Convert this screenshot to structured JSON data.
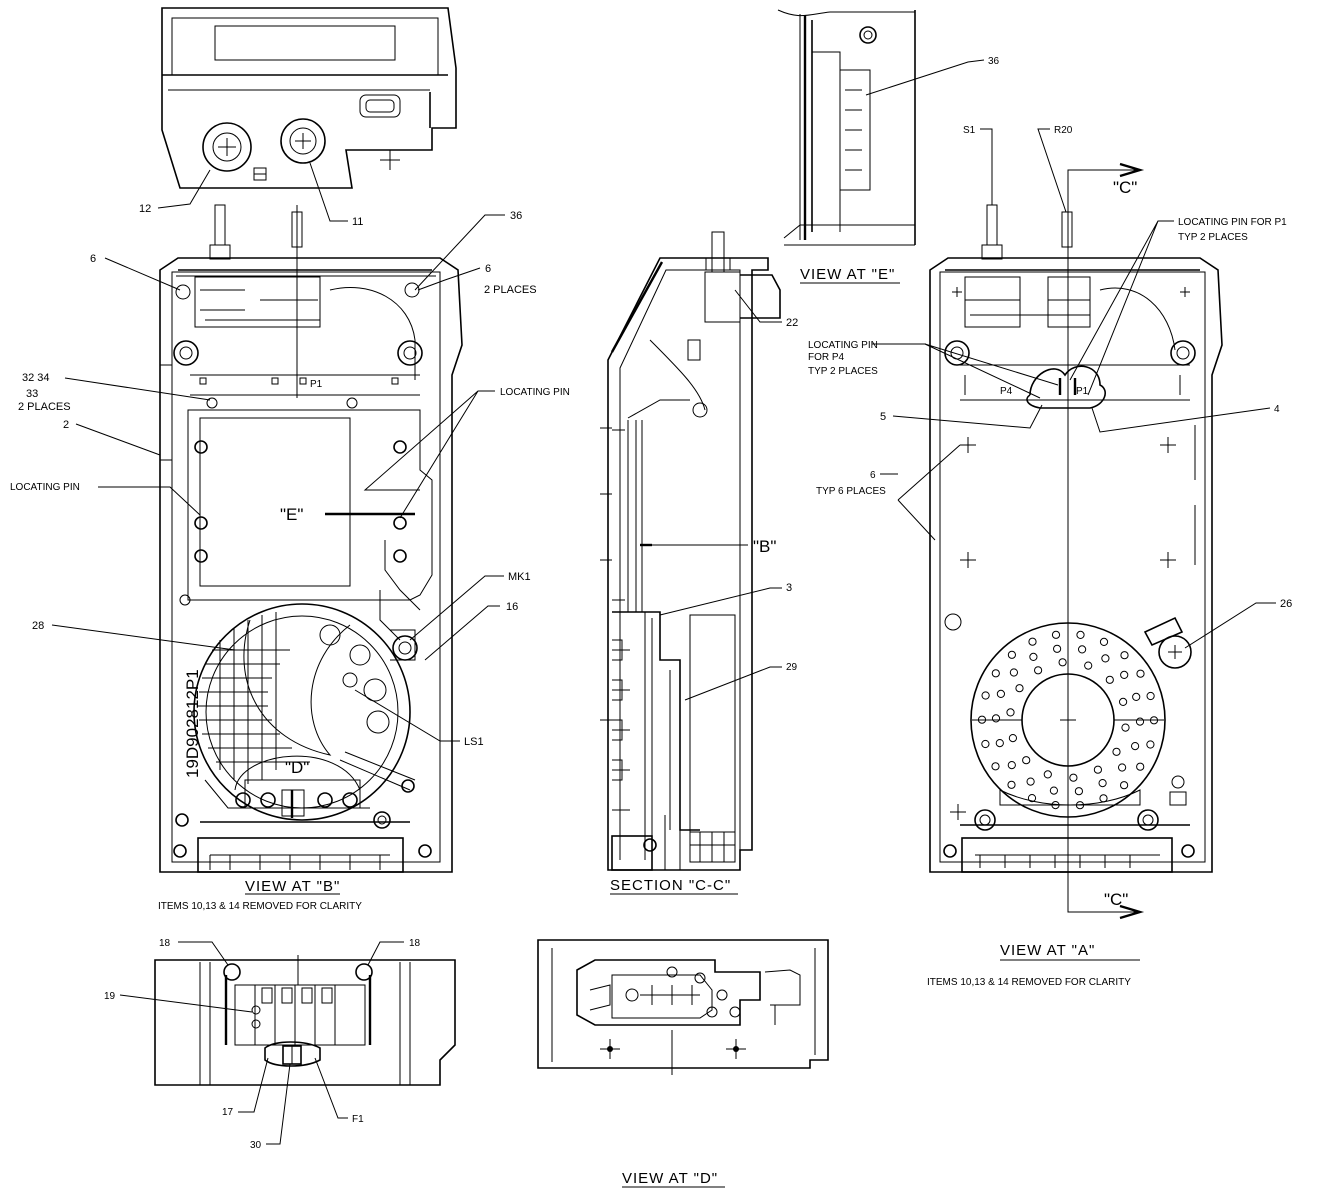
{
  "views": {
    "b": {
      "caption": "VIEW AT \"B\"",
      "note": "ITEMS 10,13 & 14 REMOVED FOR CLARITY",
      "stamp": "19D902812P1"
    },
    "a": {
      "caption": "VIEW AT \"A\"",
      "note": "ITEMS 10,13 & 14 REMOVED FOR CLARITY"
    },
    "cc": {
      "caption": "SECTION \"C-C\""
    },
    "e": {
      "caption": "VIEW AT \"E\""
    },
    "d": {
      "caption": "VIEW AT \"D\""
    }
  },
  "callouts": {
    "n12": "12",
    "n11": "11",
    "n36a": "36",
    "n6a": "6",
    "n6b": "6",
    "two_places": "2 PLACES",
    "n32_34": "32 34",
    "n33": "33",
    "two_places_b": "2 PLACES",
    "n2": "2",
    "locpin_left": "LOCATING PIN",
    "locpin_center": "LOCATING PIN",
    "e_mark": "\"E\"",
    "mk1": "MK1",
    "n16": "16",
    "n28": "28",
    "ls1": "LS1",
    "d_mark": "\"D\"",
    "p1_small": "P1",
    "n22": "22",
    "b_mark": "\"B\"",
    "n3": "3",
    "n29": "29",
    "n36b": "36",
    "s1": "S1",
    "r20": "R20",
    "c_top": "\"C\"",
    "c_bottom": "\"C\"",
    "locpin_p1": "LOCATING PIN FOR P1",
    "typ2_p1": "TYP 2 PLACES",
    "locpin_p4_1": "LOCATING PIN",
    "locpin_p4_2": "FOR P4",
    "typ2_p4": "TYP 2 PLACES",
    "p4": "P4",
    "p1": "P1",
    "n5": "5",
    "n4": "4",
    "n6c": "6",
    "typ6": "TYP 6 PLACES",
    "n26": "26",
    "n18a": "18",
    "n18b": "18",
    "n19": "19",
    "n17": "17",
    "n30": "30",
    "f1": "F1"
  }
}
